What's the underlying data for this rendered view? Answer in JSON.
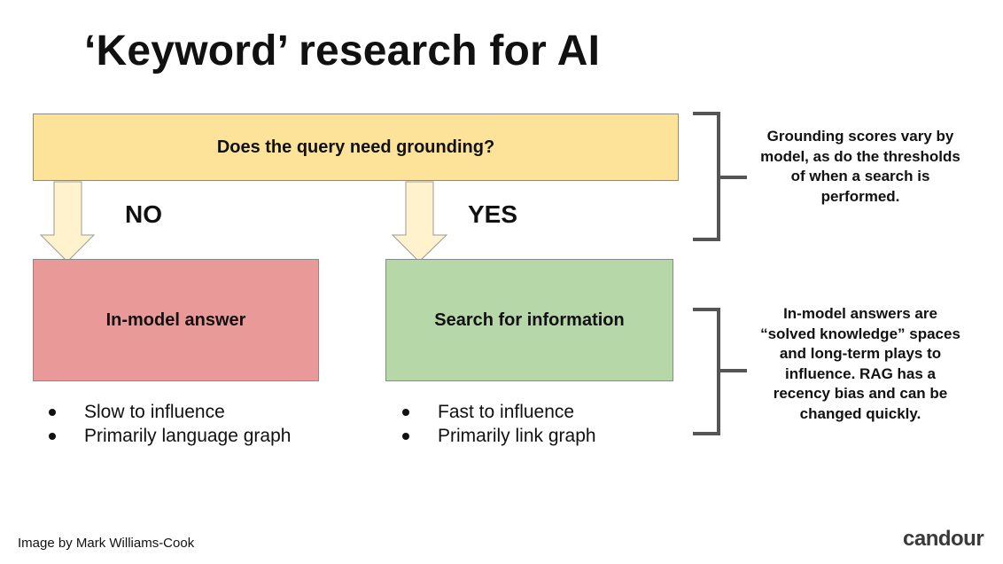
{
  "title": "‘Keyword’ research for AI",
  "question": "Does the query need grounding?",
  "branches": {
    "no": {
      "label": "NO",
      "box": "In-model answer",
      "bullets": [
        "Slow to influence",
        "Primarily language graph"
      ],
      "color": "#ea9999"
    },
    "yes": {
      "label": "YES",
      "box": "Search for information",
      "bullets": [
        "Fast to influence",
        "Primarily link graph"
      ],
      "color": "#b6d7a8"
    }
  },
  "notes": {
    "top": [
      "Grounding scores vary by",
      "model, as do the thresholds",
      "of when a search is",
      "performed."
    ],
    "bottom": [
      "In-model answers are",
      "“solved knowledge” spaces",
      "and long-term plays to",
      "influence. RAG has a",
      "recency bias and can be",
      "changed quickly."
    ]
  },
  "credit": "Image by Mark Williams-Cook",
  "logo": "candour",
  "colors": {
    "question_fill": "#fde399",
    "arrow_fill": "#fff2cc",
    "bracket": "#555555"
  }
}
